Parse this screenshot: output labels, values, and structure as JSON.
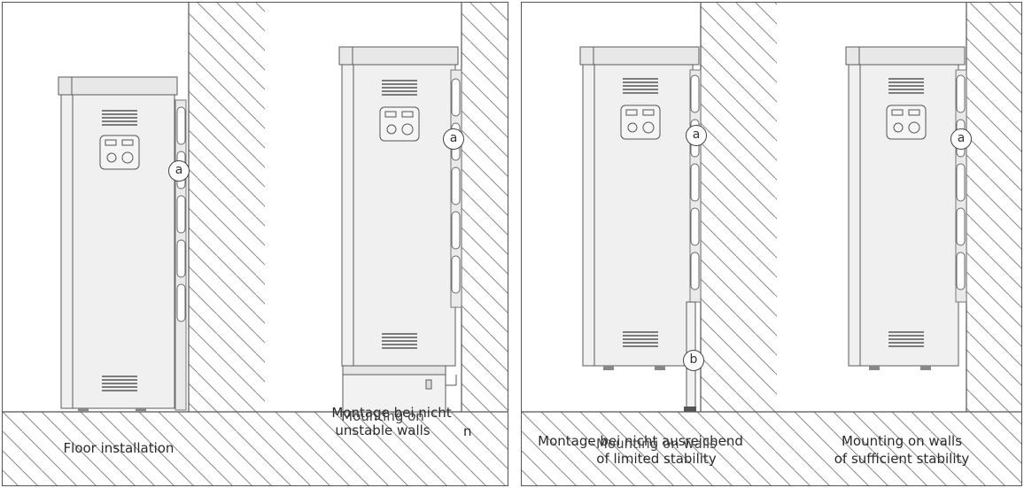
{
  "scenes": [
    {
      "caption_line1": "Floor installation",
      "caption_line2": "",
      "callout": "a"
    },
    {
      "caption_line1": "Montage bei nicht",
      "caption_line2": "unstable walls",
      "caption_overlay": "Mounting on",
      "stray": "n",
      "callout": "a"
    },
    {
      "caption_line1": "Montage bei nicht ausreichend",
      "caption_overlay": "Mounting on walls",
      "caption_line2": "of limited stability",
      "callout": "a",
      "callout_b": "b"
    },
    {
      "caption_line1": "Mounting on walls",
      "caption_line2": "of sufficient stability",
      "callout": "a"
    }
  ],
  "colors": {
    "cabinet": "#f0f0f0",
    "cabinet_side": "#e4e4e4",
    "outline": "#5a5a5a",
    "hatch": "#8a8a8a"
  }
}
